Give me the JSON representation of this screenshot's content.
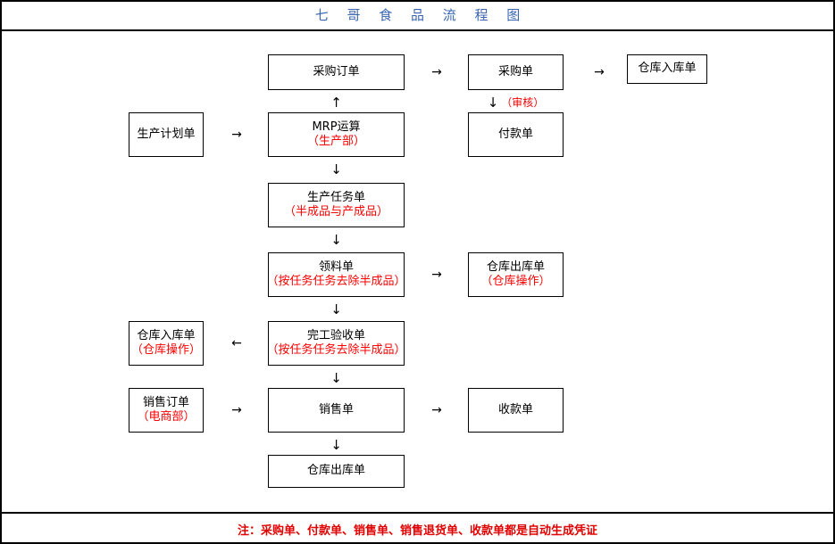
{
  "title": "七 哥 食 品 流 程 图",
  "colors": {
    "title": "#3a66b0",
    "annotation": "#ff0000",
    "footer": "#e00000",
    "border": "#000000",
    "background": "#ffffff"
  },
  "nodes": {
    "purchase_order": {
      "main": "采购订单",
      "sub": ""
    },
    "purchase_bill": {
      "main": "采购单",
      "sub": ""
    },
    "warehouse_in_top": {
      "main": "仓库入库单",
      "sub": ""
    },
    "production_plan": {
      "main": "生产计划单",
      "sub": ""
    },
    "mrp": {
      "main": "MRP运算",
      "sub": "（生产部）"
    },
    "payment_bill": {
      "main": "付款单",
      "sub": ""
    },
    "production_task": {
      "main": "生产任务单",
      "sub": "（半成品与产成品）"
    },
    "material_requisition": {
      "main": "领料单",
      "sub": "（按任务任务去除半成品）"
    },
    "warehouse_out_mid": {
      "main": "仓库出库单",
      "sub": "（仓库操作）"
    },
    "warehouse_in_left": {
      "main": "仓库入库单",
      "sub": "（仓库操作）"
    },
    "completion_check": {
      "main": "完工验收单",
      "sub": "（按任务任务去除半成品）"
    },
    "sales_order": {
      "main": "销售订单",
      "sub": "（电商部）"
    },
    "sales_bill": {
      "main": "销售单",
      "sub": ""
    },
    "receipt_bill": {
      "main": "收款单",
      "sub": ""
    },
    "warehouse_out_bottom": {
      "main": "仓库出库单",
      "sub": ""
    }
  },
  "connectors": {
    "po_to_pb": "→",
    "pb_to_wi": "→",
    "pb_to_pay": "↓",
    "pb_to_pay_note": "（审核）",
    "plan_to_mrp": "→",
    "mrp_to_po": "↑",
    "mrp_to_task": "↓",
    "task_to_req": "↓",
    "req_to_out": "→",
    "req_to_check": "↓",
    "check_to_in": "←",
    "check_to_sales_order": "↓",
    "so_to_sb": "→",
    "sb_to_receipt": "→",
    "sb_to_out": "↓"
  },
  "footer": {
    "note": "注：采购单、付款单、销售单、销售退货单、收款单都是自动生成凭证"
  }
}
